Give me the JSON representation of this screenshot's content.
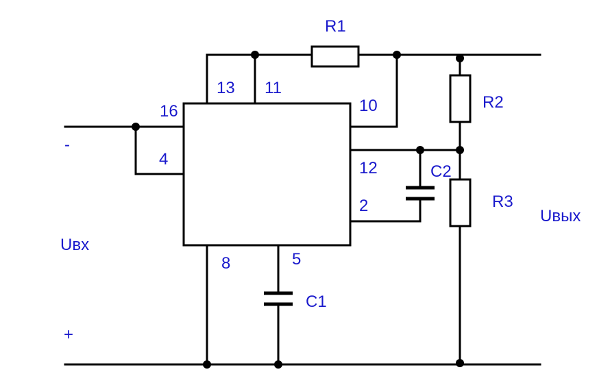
{
  "colors": {
    "wire": "#000000",
    "label": "#1a1acc",
    "background": "#ffffff"
  },
  "pins": {
    "p13": "13",
    "p11": "11",
    "p16": "16",
    "p10": "10",
    "p4": "4",
    "p12": "12",
    "p2": "2",
    "p8": "8",
    "p5": "5"
  },
  "components": {
    "r1": "R1",
    "r2": "R2",
    "r3": "R3",
    "c1": "C1",
    "c2": "C2"
  },
  "terminals": {
    "input_label": "Uвх",
    "output_label": "Uвых",
    "minus": "-",
    "plus": "+"
  }
}
